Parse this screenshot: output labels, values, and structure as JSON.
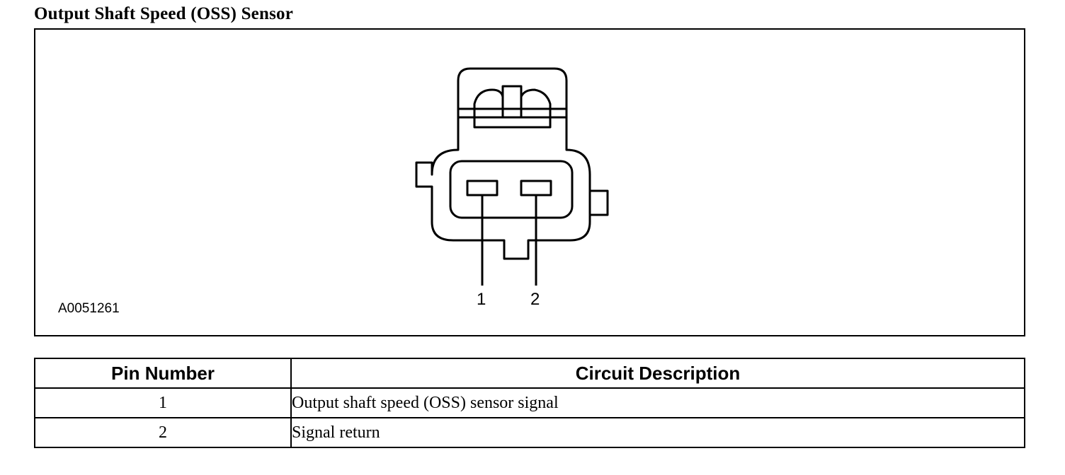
{
  "title": "Output Shaft Speed (OSS) Sensor",
  "figure": {
    "id": "A0051261",
    "pin_labels": [
      "1",
      "2"
    ]
  },
  "table": {
    "headers": [
      "Pin Number",
      "Circuit Description"
    ],
    "rows": [
      {
        "pin": "1",
        "description": "Output shaft speed (OSS) sensor signal"
      },
      {
        "pin": "2",
        "description": "Signal return"
      }
    ]
  }
}
